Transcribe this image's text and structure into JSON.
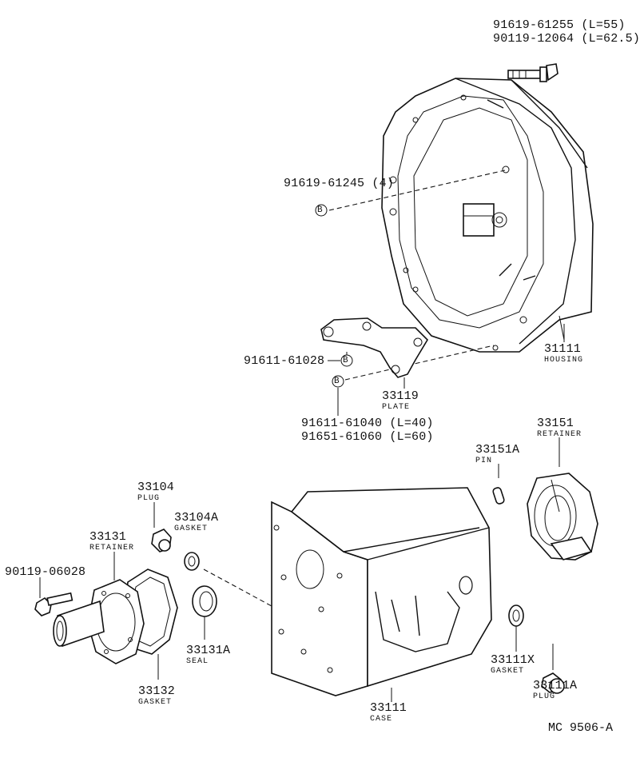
{
  "labels": {
    "p_91619_61255": "91619-61255 (L=55)",
    "p_90119_12064": "90119-12064 (L=62.5)",
    "p_91619_61245": "91619-61245 (4)",
    "p_91611_61028": "91611-61028",
    "p_31111": "31111",
    "p_31111_sub": "HOUSING",
    "p_33119": "33119",
    "p_33119_sub": "PLATE",
    "p_91611_61040": "91611-61040 (L=40)",
    "p_91651_61060": "91651-61060 (L=60)",
    "p_33151": "33151",
    "p_33151_sub": "RETAINER",
    "p_33151A": "33151A",
    "p_33151A_sub": "PIN",
    "p_33104": "33104",
    "p_33104_sub": "PLUG",
    "p_33104A": "33104A",
    "p_33104A_sub": "GASKET",
    "p_33131": "33131",
    "p_33131_sub": "RETAINER",
    "p_90119_06028": "90119-06028",
    "p_33131A": "33131A",
    "p_33131A_sub": "SEAL",
    "p_33132": "33132",
    "p_33132_sub": "GASKET",
    "p_33111": "33111",
    "p_33111_sub": "CASE",
    "p_33111X": "33111X",
    "p_33111X_sub": "GASKET",
    "p_33111A": "33111A",
    "p_33111A_sub": "PLUG",
    "drawing_code": "MC  9506-A",
    "marker_b": "B"
  }
}
